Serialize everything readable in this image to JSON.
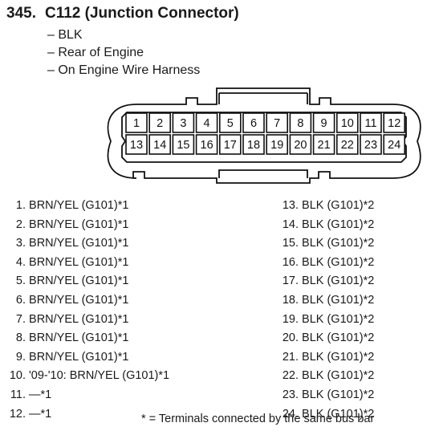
{
  "header": {
    "number": "345.",
    "title": "C112 (Junction Connector)",
    "notes": [
      "BLK",
      "Rear of Engine",
      "On Engine Wire Harness"
    ]
  },
  "connector": {
    "top_row": [
      "1",
      "2",
      "3",
      "4",
      "5",
      "6",
      "7",
      "8",
      "9",
      "10",
      "11",
      "12"
    ],
    "bottom_row": [
      "13",
      "14",
      "15",
      "16",
      "17",
      "18",
      "19",
      "20",
      "21",
      "22",
      "23",
      "24"
    ]
  },
  "pins_left": [
    {
      "num": "1.",
      "desc": "BRN/YEL (G101)*1"
    },
    {
      "num": "2.",
      "desc": "BRN/YEL (G101)*1"
    },
    {
      "num": "3.",
      "desc": "BRN/YEL (G101)*1"
    },
    {
      "num": "4.",
      "desc": "BRN/YEL (G101)*1"
    },
    {
      "num": "5.",
      "desc": "BRN/YEL (G101)*1"
    },
    {
      "num": "6.",
      "desc": "BRN/YEL (G101)*1"
    },
    {
      "num": "7.",
      "desc": "BRN/YEL (G101)*1"
    },
    {
      "num": "8.",
      "desc": "BRN/YEL (G101)*1"
    },
    {
      "num": "9.",
      "desc": "BRN/YEL (G101)*1"
    },
    {
      "num": "10.",
      "desc": "'09-'10: BRN/YEL (G101)*1"
    },
    {
      "num": "11.",
      "desc": "—*1"
    },
    {
      "num": "12.",
      "desc": "—*1"
    }
  ],
  "pins_right": [
    {
      "num": "13.",
      "desc": "BLK (G101)*2"
    },
    {
      "num": "14.",
      "desc": "BLK (G101)*2"
    },
    {
      "num": "15.",
      "desc": "BLK (G101)*2"
    },
    {
      "num": "16.",
      "desc": "BLK (G101)*2"
    },
    {
      "num": "17.",
      "desc": "BLK (G101)*2"
    },
    {
      "num": "18.",
      "desc": "BLK (G101)*2"
    },
    {
      "num": "19.",
      "desc": "BLK (G101)*2"
    },
    {
      "num": "20.",
      "desc": "BLK (G101)*2"
    },
    {
      "num": "21.",
      "desc": "BLK (G101)*2"
    },
    {
      "num": "22.",
      "desc": "BLK (G101)*2"
    },
    {
      "num": "23.",
      "desc": "BLK (G101)*2"
    },
    {
      "num": "24.",
      "desc": "BLK (G101)*2"
    }
  ],
  "footnote": "* = Terminals connected by the same bus bar"
}
